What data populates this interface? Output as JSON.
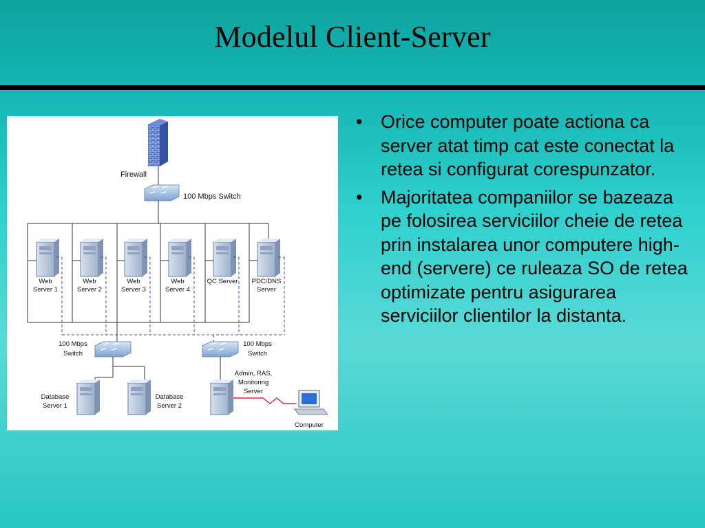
{
  "slide": {
    "title": "Modelul Client-Server"
  },
  "bullets": [
    {
      "marker": "•",
      "text": "Orice computer poate actiona ca server atat timp cat este conectat la retea si configurat corespunzator."
    },
    {
      "marker": "•",
      "text": "Majoritatea companiilor se bazeaza pe folosirea serviciilor cheie de retea prin instalarea unor computere high-end (servere) ce ruleaza SO de retea optimizate pentru asigurarea serviciilor clientilor la distanta."
    }
  ],
  "diagram": {
    "firewall": "Firewall",
    "main_switch": "100 Mbps Switch",
    "servers": [
      {
        "line1": "Web",
        "line2": "Server 1"
      },
      {
        "line1": "Web",
        "line2": "Server 2"
      },
      {
        "line1": "Web",
        "line2": "Server 3"
      },
      {
        "line1": "Web",
        "line2": "Server 4"
      },
      {
        "line1": "QC Server",
        "line2": ""
      },
      {
        "line1": "PDC/DNS",
        "line2": "Server"
      }
    ],
    "left_switch": {
      "line1": "100 Mbps",
      "line2": "Switch"
    },
    "right_switch": {
      "line1": "100 Mbps",
      "line2": "Switch"
    },
    "db_servers": [
      {
        "line1": "Database",
        "line2": "Server 1"
      },
      {
        "line1": "Database",
        "line2": "Server 2"
      }
    ],
    "admin_server": {
      "line1": "Admin, RAS,",
      "line2": "Monitoring",
      "line3": "Server"
    },
    "computer": "Computer",
    "colors": {
      "server_fill": "#b9c9dd",
      "server_dark": "#7f94b3",
      "switch_fill": "#9fbde0",
      "firewall_fill": "#4f6fc7",
      "link_red": "#e0222a",
      "dashed": "#3a4fb0"
    }
  }
}
